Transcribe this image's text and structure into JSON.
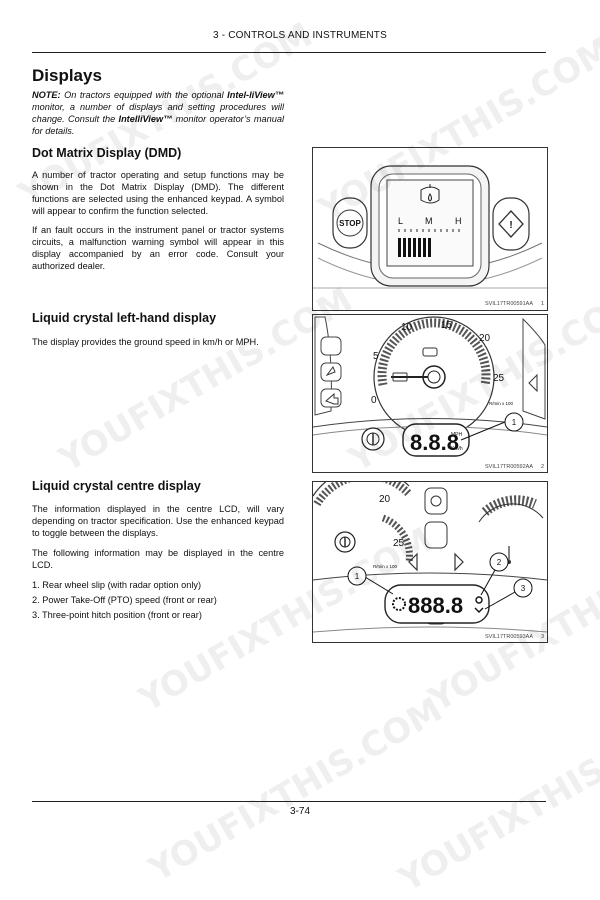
{
  "header": {
    "section": "3 - CONTROLS AND INSTRUMENTS"
  },
  "title": "Displays",
  "note": {
    "label": "NOTE:",
    "part1": " On tractors equipped with the optional ",
    "intelliview1": "Intel-liView™",
    "part2": " monitor, a number of displays and setting procedures will change. Consult the ",
    "intelliview2": "IntelliView™",
    "part3": " monitor operator’s manual for details."
  },
  "dmd": {
    "heading": "Dot Matrix Display (DMD)",
    "para1": "A number of tractor operating and setup functions may be shown in the Dot Matrix Display (DMD). The different functions are selected using the enhanced keypad. A symbol will appear to confirm the function selected.",
    "para2": "If an fault occurs in the instrument panel or tractor systems circuits, a malfunction warning symbol will appear in this display accompanied by an error code. Consult your authorized dealer.",
    "figure": {
      "stop_label": "STOP",
      "range_labels": [
        "L",
        "M",
        "H"
      ],
      "caption_code": "SVIL17TR00591AA",
      "caption_index": "1"
    }
  },
  "lcd_left": {
    "heading": "Liquid crystal left-hand display",
    "para1": "The display provides the ground speed in km/h or MPH.",
    "figure": {
      "gauge_labels": [
        "10",
        "15",
        "20",
        "5",
        "25",
        "0"
      ],
      "rpm_label": "R/min x 100",
      "digits": "8.8.8",
      "unit_mph": "MPH",
      "unit_kmh": "Km/h",
      "callout": "1",
      "caption_code": "SVIL17TR00592AA",
      "caption_index": "2"
    }
  },
  "lcd_centre": {
    "heading": "Liquid crystal centre display",
    "para1": "The information displayed in the centre LCD, will vary depending on tractor specification. Use the enhanced keypad to toggle between the displays.",
    "para2": "The following information may be displayed in the centre LCD.",
    "items": [
      "1.  Rear wheel slip (with radar option only)",
      "2.  Power Take-Off (PTO) speed (front or rear)",
      "3.  Three-point hitch position (front or rear)"
    ],
    "figure": {
      "gauge_labels": [
        "20",
        "25"
      ],
      "rpm_label": "R/min x 100",
      "digits": "888.8",
      "callouts": [
        "1",
        "2",
        "3"
      ],
      "caption_code": "SVIL17TR00593AA",
      "caption_index": "3"
    }
  },
  "page_number": "3-74",
  "watermarks": [
    "YOUFIXTHIS.COM",
    "YOUFIXTHIS.COM",
    "YOUFIXTHIS.COM",
    "YOUFIXTHIS.COM",
    "YOUFIXTHIS.COM",
    "YOUFIXTHIS.COM",
    "YOUFIXTHIS.COM",
    "YOUFIXTHIS.COM"
  ]
}
